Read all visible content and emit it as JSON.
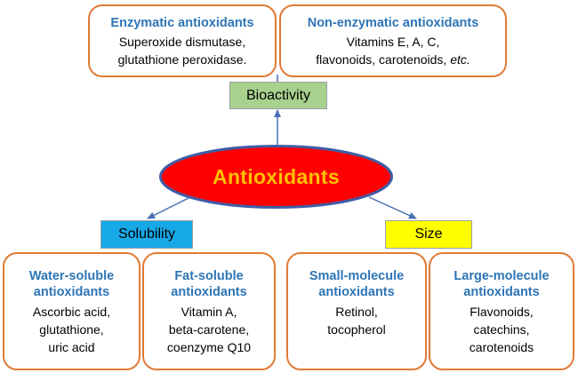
{
  "colors": {
    "card_border": "#e07a35",
    "card_title": "#2e75b6",
    "bioactivity_fill": "#a9d18e",
    "solubility_fill": "#17a8e6",
    "size_fill": "#ffff00",
    "center_fill": "#ff0000",
    "center_border": "#3d5ea8",
    "center_text": "#ffc000",
    "arrow": "#4a6fb5"
  },
  "center": {
    "label": "Antioxidants"
  },
  "categories": {
    "bioactivity": "Bioactivity",
    "solubility": "Solubility",
    "size": "Size"
  },
  "bioactivity_cards": [
    {
      "title": "Enzymatic antioxidants",
      "lines": [
        "Superoxide dismutase,",
        "glutathione peroxidase."
      ]
    },
    {
      "title": "Non-enzymatic antioxidants",
      "line1": "Vitamins E, A, C,",
      "line2_main": "flavonoids, carotenoids, ",
      "line2_italic": "etc."
    }
  ],
  "solubility_cards": [
    {
      "title_lines": [
        "Water-soluble",
        "antioxidants"
      ],
      "lines": [
        "Ascorbic acid,",
        "glutathione,",
        "uric acid"
      ]
    },
    {
      "title_lines": [
        "Fat-soluble",
        "antioxidants"
      ],
      "lines": [
        "Vitamin A,",
        "beta-carotene,",
        "coenzyme Q10"
      ]
    }
  ],
  "size_cards": [
    {
      "title_lines": [
        "Small-molecule",
        "antioxidants"
      ],
      "lines": [
        "Retinol,",
        "tocopherol"
      ]
    },
    {
      "title_lines": [
        "Large-molecule",
        "antioxidants"
      ],
      "lines": [
        "Flavonoids,",
        "catechins,",
        "carotenoids"
      ]
    }
  ]
}
